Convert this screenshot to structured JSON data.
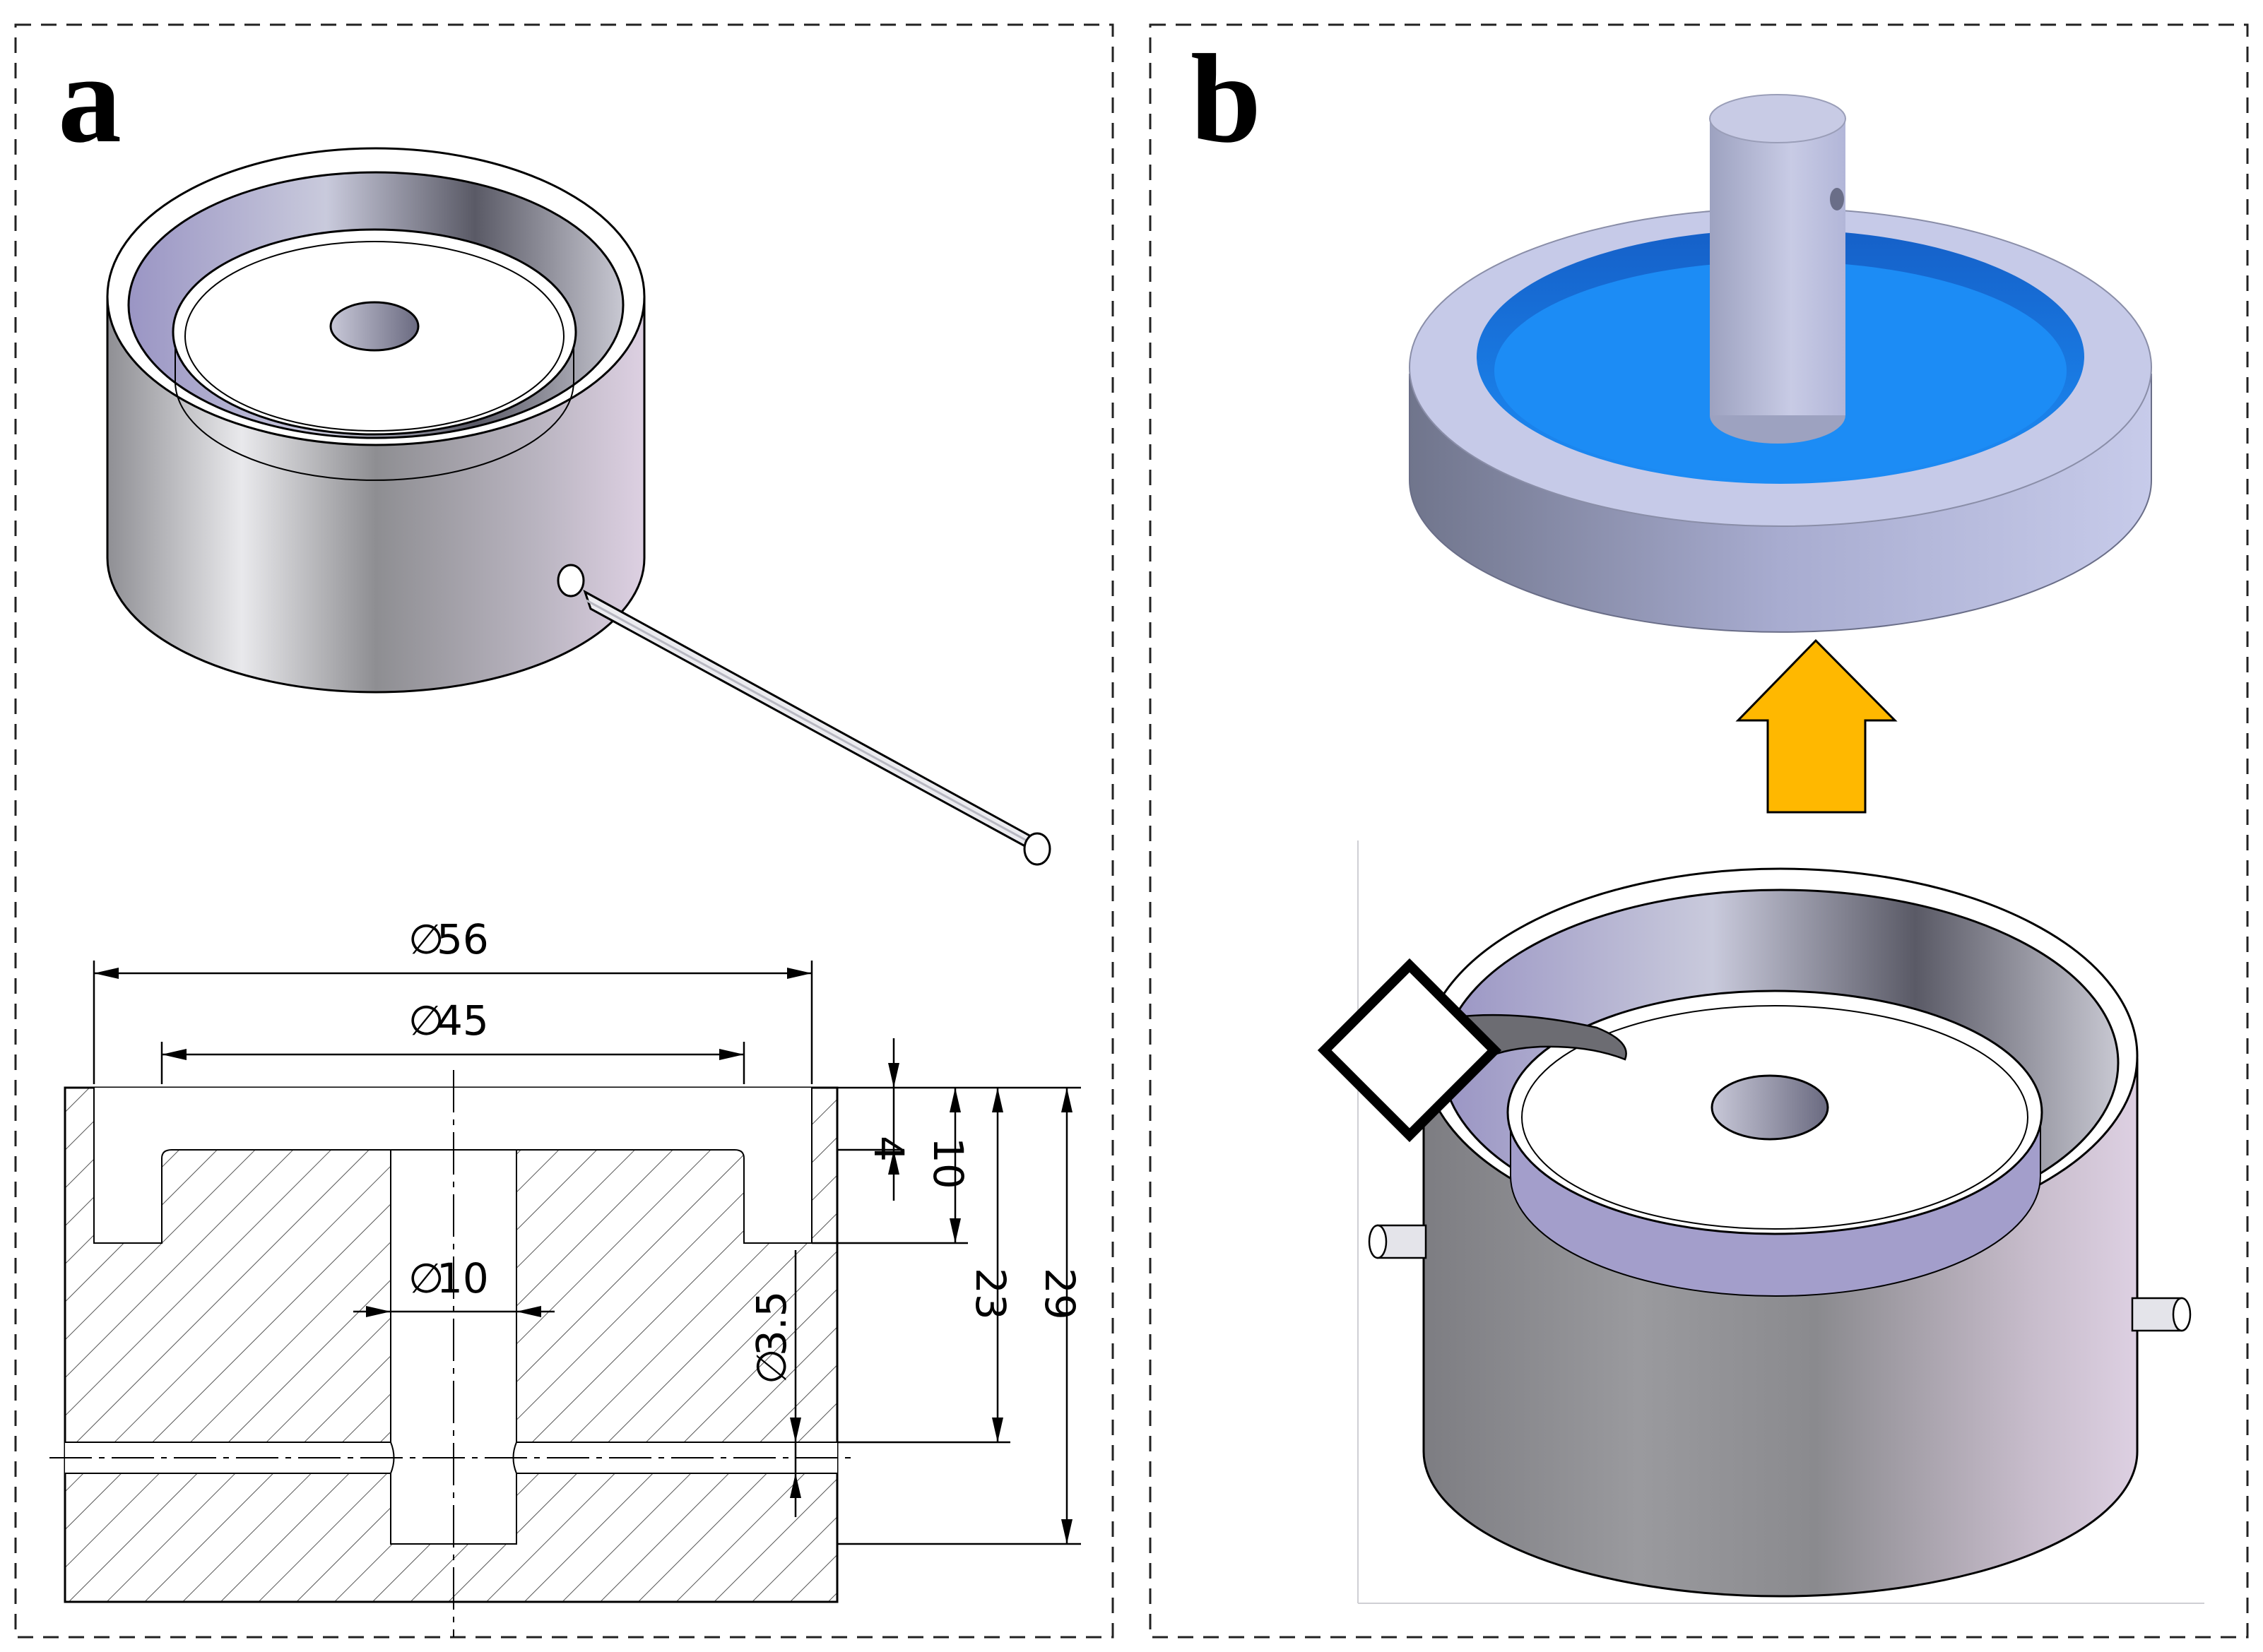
{
  "panels": {
    "a": {
      "label": "a"
    },
    "b": {
      "label": "b"
    }
  },
  "dimensions": {
    "outer_diameter": "56",
    "inner_diameter": "45",
    "bore_diameter": "10",
    "channel_diameter": "3.5",
    "groove_depth": "4",
    "pocket_depth": "10",
    "channel_height": "23",
    "total_height": "29"
  },
  "colors": {
    "metal_light": "#e6e6ee",
    "metal_dark": "#8a8a8f",
    "blue_fill": "#1a86f0",
    "arrow_fill": "#ffb800",
    "lid_light": "#c4c8e8"
  }
}
